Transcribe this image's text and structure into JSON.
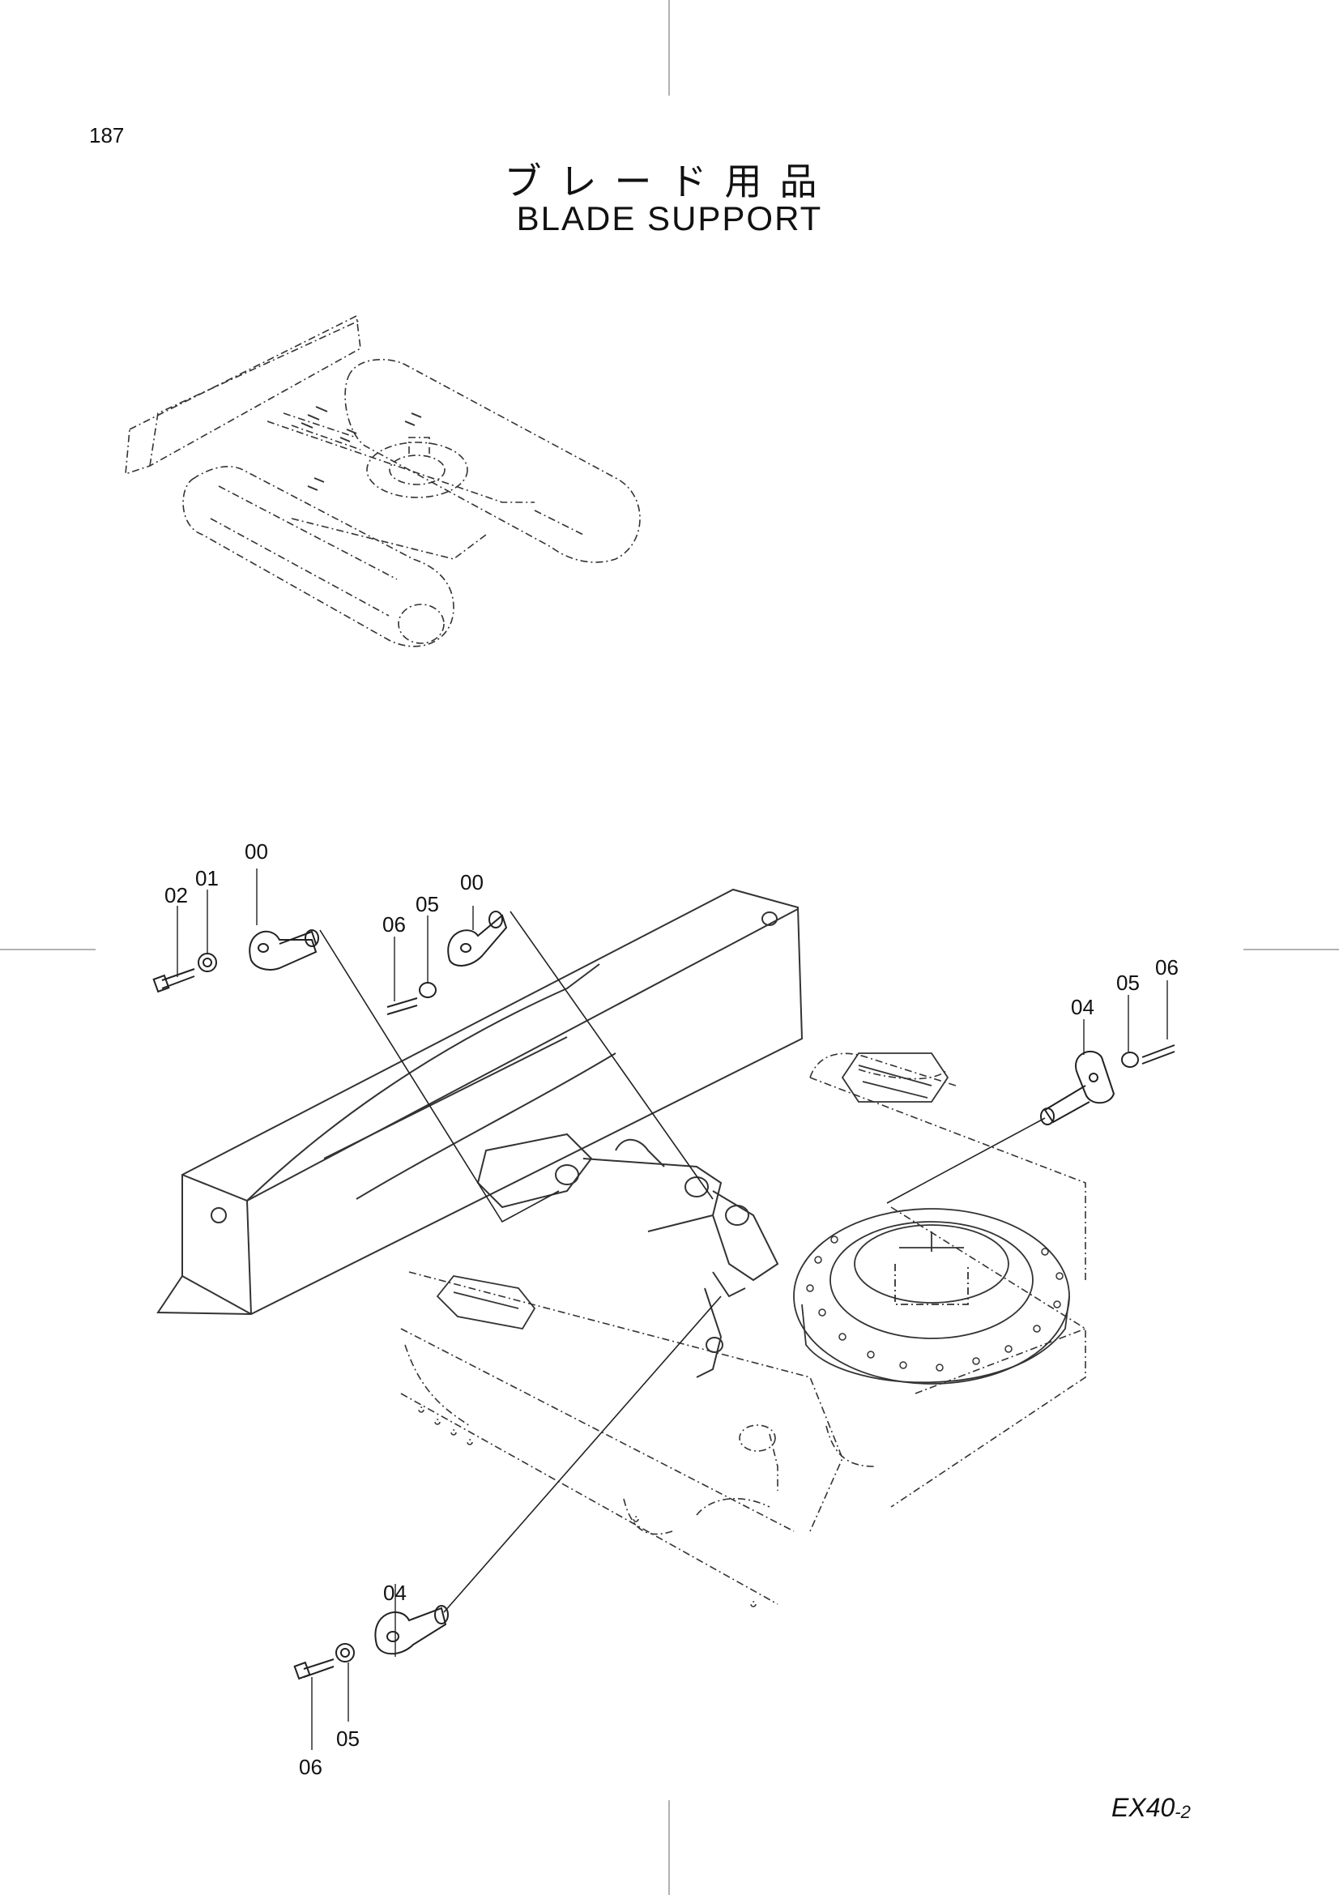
{
  "page": {
    "number": "187",
    "title_jp": "ブレード用品",
    "title_en": "BLADE SUPPORT",
    "model": "EX40",
    "model_suffix": "-2"
  },
  "callouts": [
    {
      "id": "c1",
      "label": "02"
    },
    {
      "id": "c2",
      "label": "01"
    },
    {
      "id": "c3",
      "label": "00"
    },
    {
      "id": "c4",
      "label": "06"
    },
    {
      "id": "c5",
      "label": "05"
    },
    {
      "id": "c6",
      "label": "00"
    },
    {
      "id": "c7",
      "label": "04"
    },
    {
      "id": "c8",
      "label": "05"
    },
    {
      "id": "c9",
      "label": "06"
    },
    {
      "id": "c10",
      "label": "06"
    },
    {
      "id": "c11",
      "label": "05"
    },
    {
      "id": "c12",
      "label": "04"
    }
  ]
}
